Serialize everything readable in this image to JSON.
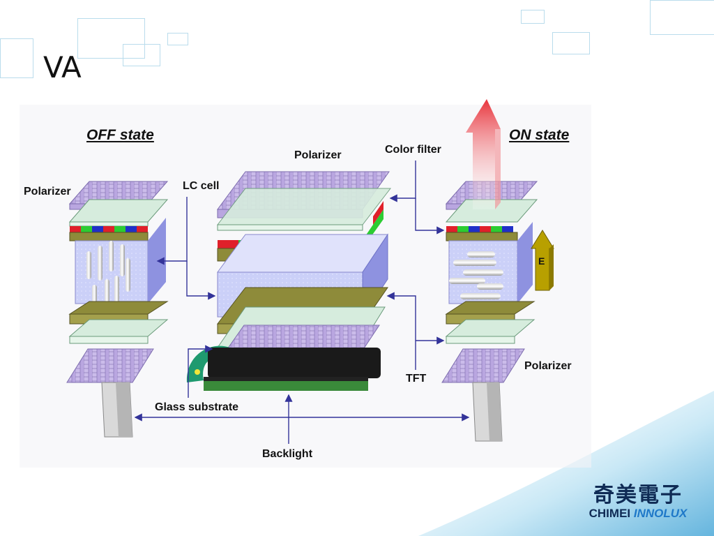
{
  "slide": {
    "title": "VA"
  },
  "labels": {
    "off_state": "OFF state",
    "on_state": "ON state",
    "polarizer_top": "Polarizer",
    "polarizer_left": "Polarizer",
    "polarizer_right": "Polarizer",
    "lc_cell": "LC cell",
    "color_filter": "Color filter",
    "tft": "TFT",
    "glass_substrate": "Glass substrate",
    "backlight": "Backlight",
    "e_field": "E"
  },
  "logo": {
    "chinese": "奇美電子",
    "brand_a": "CHIMEI",
    "brand_b": "INNOLUX"
  },
  "colors": {
    "polarizer": "#b9a6e0",
    "glass": "#cfe8d6",
    "lc_cell": "#c4c8f6",
    "tft": "#8e8b3a",
    "filter_red": "#e0202a",
    "filter_green": "#2ccc32",
    "filter_blue": "#2030c8",
    "deco_border": "#b9dcec",
    "arrow": "#333399",
    "light": "#e8343c"
  }
}
